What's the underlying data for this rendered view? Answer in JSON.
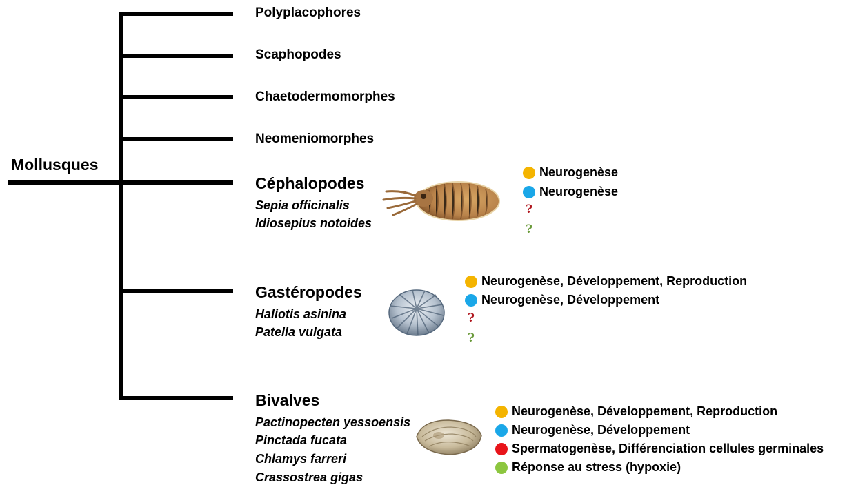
{
  "root": {
    "label": "Mollusques"
  },
  "clades_minor": [
    {
      "label": "Polyplacophores"
    },
    {
      "label": "Scaphopodes"
    },
    {
      "label": "Chaetodermomorphes"
    },
    {
      "label": "Neomeniomorphes"
    }
  ],
  "cephalopodes": {
    "label": "Céphalopodes",
    "species": [
      "Sepia officinalis",
      "Idiosepius notoides"
    ],
    "image_icon": "cuttlefish-image",
    "annotations": [
      {
        "marker": "dot",
        "color": "#f4b400",
        "text": "Neurogenèse"
      },
      {
        "marker": "dot",
        "color": "#1aa7e8",
        "text": "Neurogenèse"
      },
      {
        "marker": "question",
        "color": "#b0171f",
        "text": "?"
      },
      {
        "marker": "question",
        "color": "#6a9a3a",
        "text": "?"
      }
    ]
  },
  "gasteropodes": {
    "label": "Gastéropodes",
    "species": [
      "Haliotis asinina",
      "Patella vulgata"
    ],
    "image_icon": "limpet-shell-image",
    "annotations": [
      {
        "marker": "dot",
        "color": "#f4b400",
        "text": "Neurogenèse, Développement, Reproduction"
      },
      {
        "marker": "dot",
        "color": "#1aa7e8",
        "text": "Neurogenèse, Développement"
      },
      {
        "marker": "question",
        "color": "#b0171f",
        "text": "?"
      },
      {
        "marker": "question",
        "color": "#6a9a3a",
        "text": "?"
      }
    ]
  },
  "bivalves": {
    "label": "Bivalves",
    "species": [
      "Pactinopecten yessoensis",
      "Pinctada fucata",
      "Chlamys farreri",
      "Crassostrea gigas"
    ],
    "image_icon": "oyster-image",
    "annotations": [
      {
        "marker": "dot",
        "color": "#f4b400",
        "text": "Neurogenèse, Développement, Reproduction"
      },
      {
        "marker": "dot",
        "color": "#1aa7e8",
        "text": "Neurogenèse, Développement"
      },
      {
        "marker": "dot",
        "color": "#e8141a",
        "text": "Spermatogenèse, Différenciation cellules germinales"
      },
      {
        "marker": "dot",
        "color": "#8cc63f",
        "text": "Réponse au stress (hypoxie)"
      }
    ]
  }
}
